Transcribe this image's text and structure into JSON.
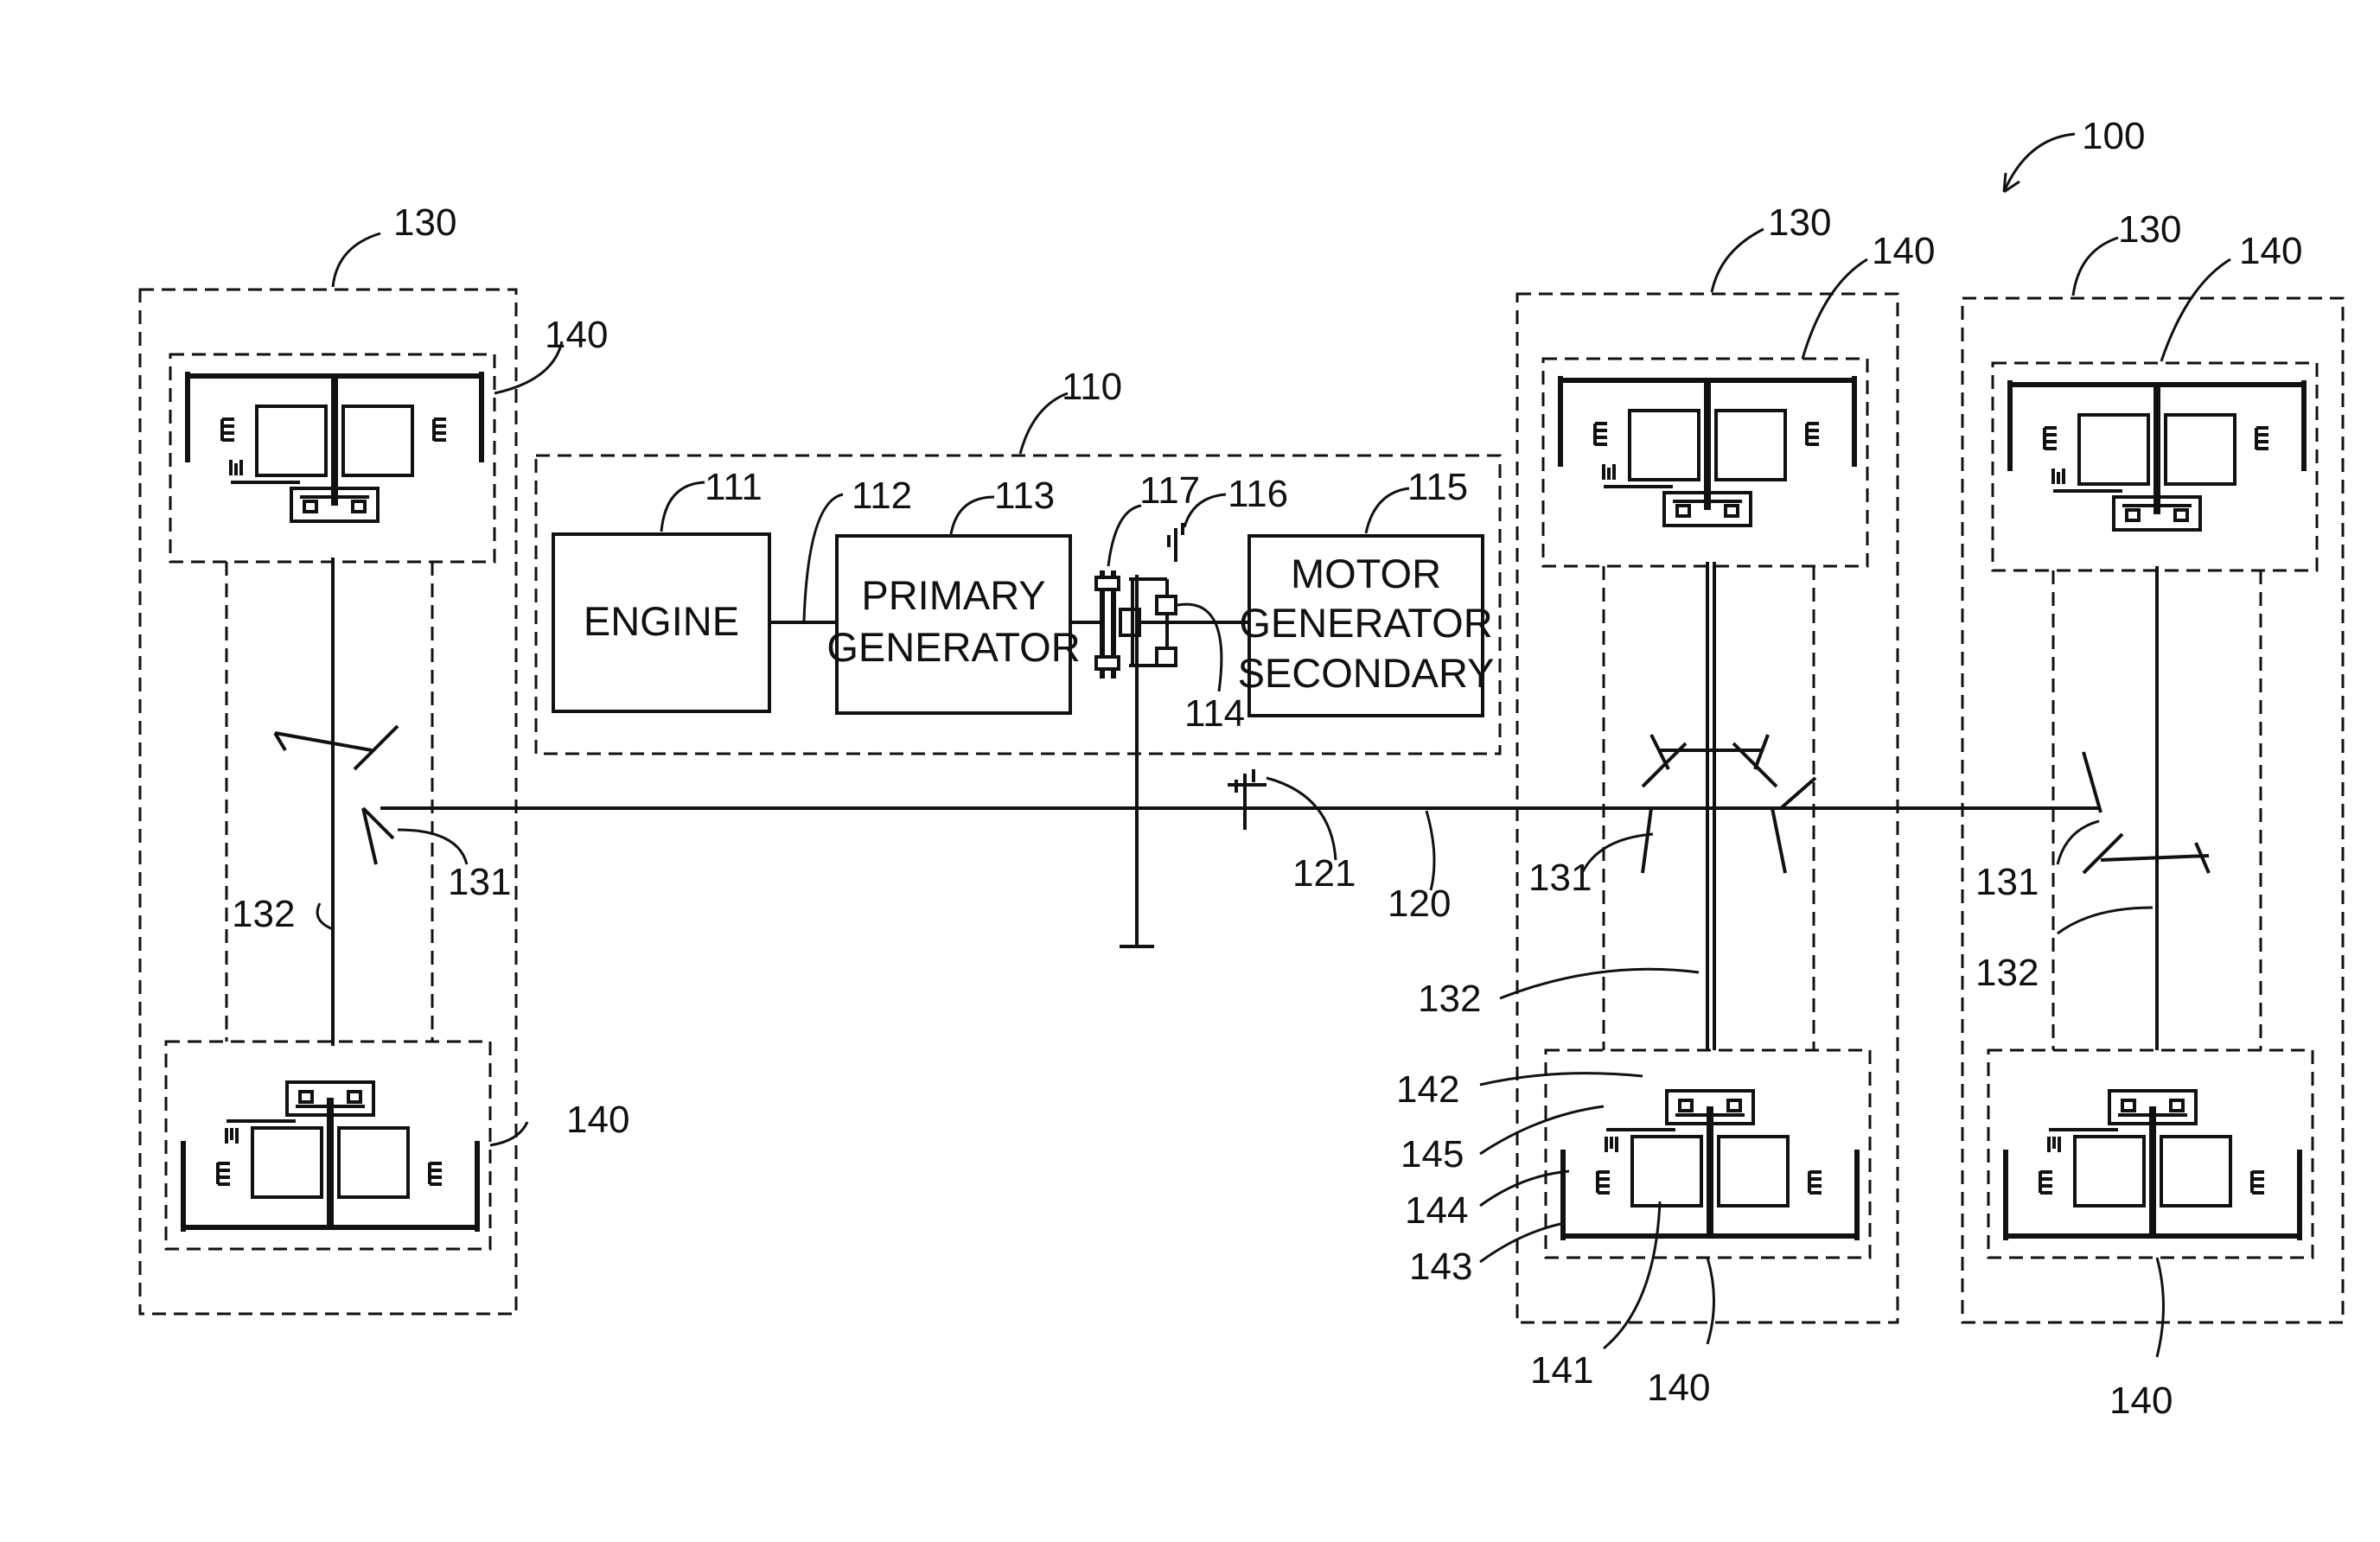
{
  "diagram": {
    "system_label": "100",
    "power_unit": {
      "ref": "110",
      "engine": {
        "ref": "111",
        "text": "ENGINE"
      },
      "shaft": {
        "ref": "112"
      },
      "primary_generator": {
        "ref": "113",
        "line1": "PRIMARY",
        "line2": "GENERATOR"
      },
      "clutch_114": {
        "ref": "114"
      },
      "secondary_motor_generator": {
        "ref": "115",
        "line1": "MOTOR",
        "line2": "GENERATOR",
        "line3": "SECONDARY"
      },
      "brake_116": {
        "ref": "116"
      },
      "gear_117": {
        "ref": "117"
      }
    },
    "drive_shaft": {
      "ref": "120"
    },
    "brake_121": {
      "ref": "121"
    },
    "axle_units": [
      {
        "ref": "130",
        "bevel_ref": "131",
        "axle_ref": "132",
        "wheel_top_ref": "140",
        "wheel_bottom_ref": "140"
      },
      {
        "ref": "130",
        "bevel_ref": "131",
        "axle_ref": "132",
        "wheel_top_ref": "140",
        "wheel_bottom_ref": "140"
      },
      {
        "ref": "130",
        "bevel_ref": "131",
        "axle_ref": "132",
        "wheel_top_ref": "140",
        "wheel_bottom_ref": "140"
      }
    ],
    "wheel_detail": {
      "motor_ref": "141",
      "gear_ref": "142",
      "wheel_ref": "143",
      "brake_ref": "144",
      "lock_ref": "145"
    }
  }
}
